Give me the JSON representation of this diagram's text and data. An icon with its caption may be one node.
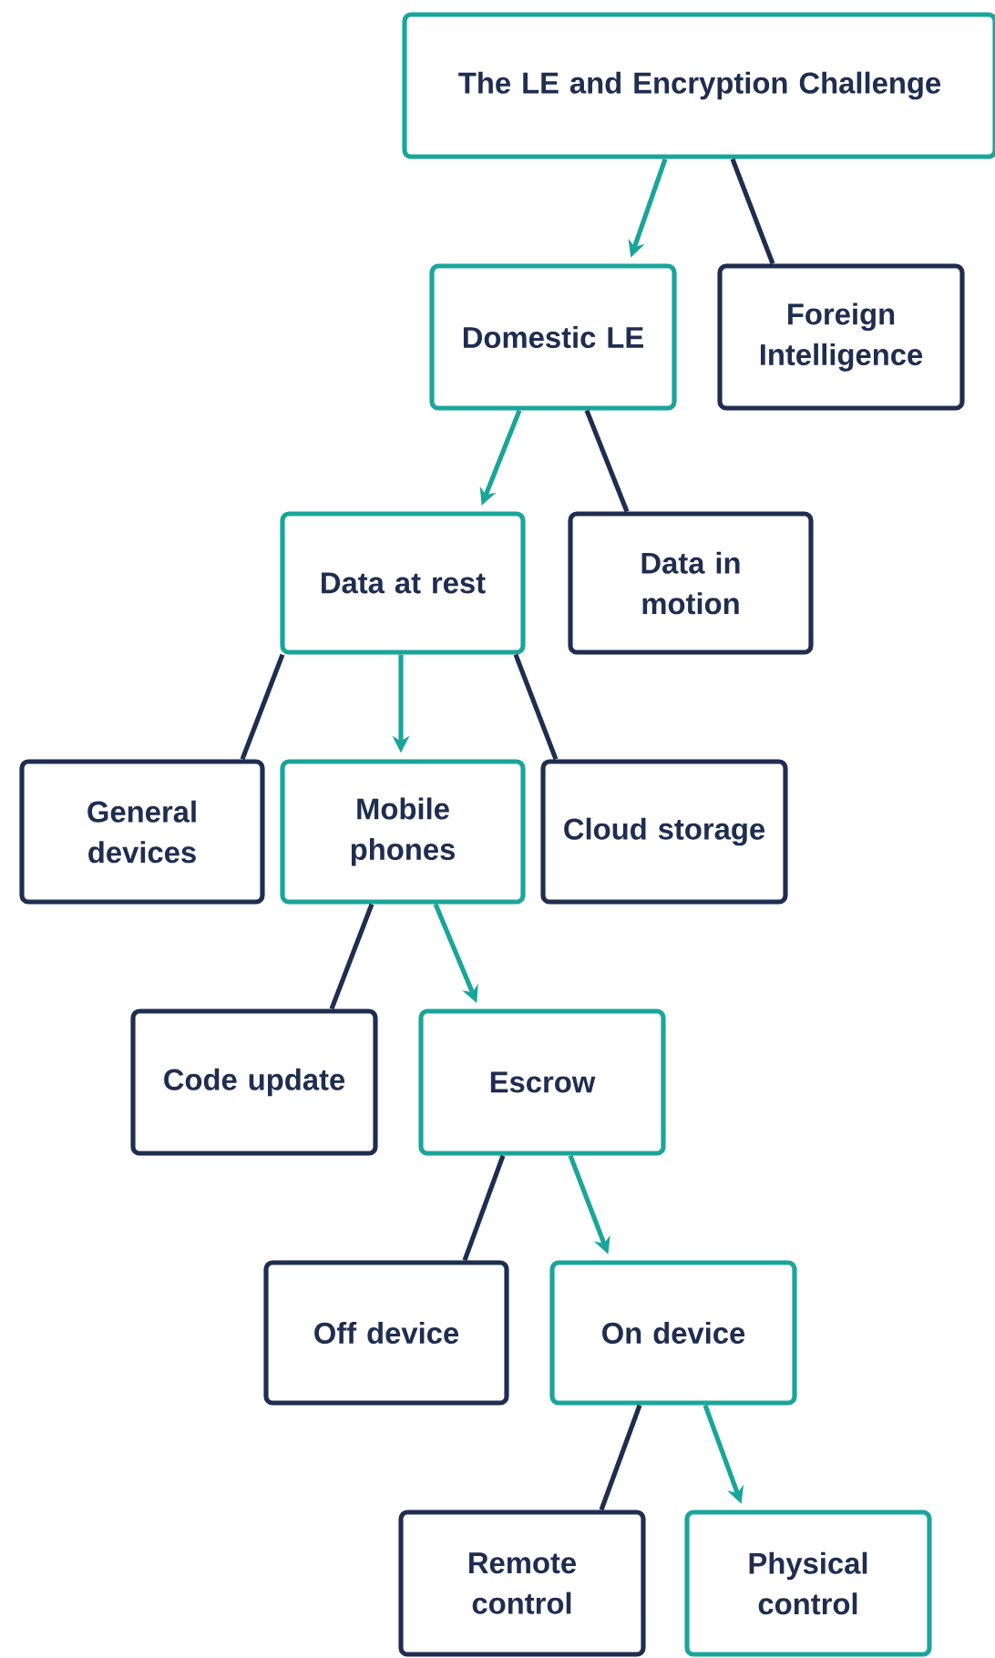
{
  "diagram": {
    "nodes": [
      {
        "text": [
          "The LE and Encryption Challenge"
        ]
      },
      {
        "text": [
          "Domestic LE"
        ]
      },
      {
        "text": [
          "Foreign Intelligence"
        ]
      },
      {
        "text": [
          "Data at rest"
        ]
      },
      {
        "text": [
          "Data in motion"
        ]
      },
      {
        "text": [
          "General devices"
        ]
      },
      {
        "text": [
          "Mobile phones"
        ]
      },
      {
        "text": [
          "Cloud storage"
        ]
      },
      {
        "text": [
          "Code update"
        ]
      },
      {
        "text": [
          "Escrow"
        ]
      },
      {
        "text": [
          "Off device"
        ]
      },
      {
        "text": [
          "On device"
        ]
      },
      {
        "text": [
          "Remote control"
        ]
      },
      {
        "text": [
          "Physical control"
        ]
      }
    ],
    "edges": [
      {
        "from": 0,
        "to": 1,
        "arrow": "to",
        "color": "#1aa59a"
      },
      {
        "from": 0,
        "to": 2,
        "arrow": "none"
      },
      {
        "from": 1,
        "to": 3,
        "arrow": "to",
        "color": "#1aa59a"
      },
      {
        "from": 1,
        "to": 4,
        "arrow": "none"
      },
      {
        "from": 3,
        "to": 5,
        "arrow": "none"
      },
      {
        "from": 3,
        "to": 6,
        "arrow": "to",
        "color": "#1aa59a"
      },
      {
        "from": 3,
        "to": 7,
        "arrow": "none"
      },
      {
        "from": 6,
        "to": 8,
        "arrow": "none"
      },
      {
        "from": 6,
        "to": 9,
        "arrow": "to",
        "color": "#1aa59a"
      },
      {
        "from": 9,
        "to": 10,
        "arrow": "none"
      },
      {
        "from": 9,
        "to": 11,
        "arrow": "to",
        "color": "#1aa59a"
      },
      {
        "from": 11,
        "to": 12,
        "arrow": "none"
      },
      {
        "from": 11,
        "to": 13,
        "arrow": "to",
        "color": "#1aa59a"
      }
    ]
  }
}
